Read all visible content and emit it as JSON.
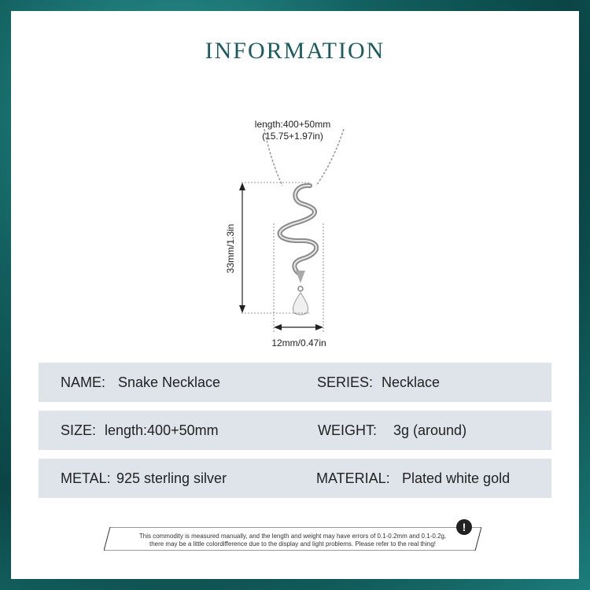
{
  "title": "INFORMATION",
  "dimensions": {
    "chain_length": "length:400+50mm",
    "chain_length_in": "(15.75+1.97in)",
    "height": "33mm/1.3in",
    "width": "12mm/0.47in"
  },
  "specs": [
    {
      "label": "NAME:",
      "value": "Snake Necklace",
      "label2": "SERIES:",
      "value2": "Necklace"
    },
    {
      "label": "SIZE:",
      "value": "length:400+50mm",
      "label2": "WEIGHT:",
      "value2": "3g (around)"
    },
    {
      "label": "METAL:",
      "value": "925 sterling silver",
      "label2": "MATERIAL:",
      "value2": "Plated white gold"
    }
  ],
  "notice": {
    "line1": "This commodity is measured manually, and the length and weight may have errors of 0.1-0.2mm and 0.1-0.2g,",
    "line2": "there may be a little colordifference due to the display and light problems. Please refer to the real thing!",
    "icon": "exclamation-icon"
  },
  "colors": {
    "title": "#1d5c5e",
    "row_bg": "#dee4ea",
    "frame": "#12605f"
  }
}
